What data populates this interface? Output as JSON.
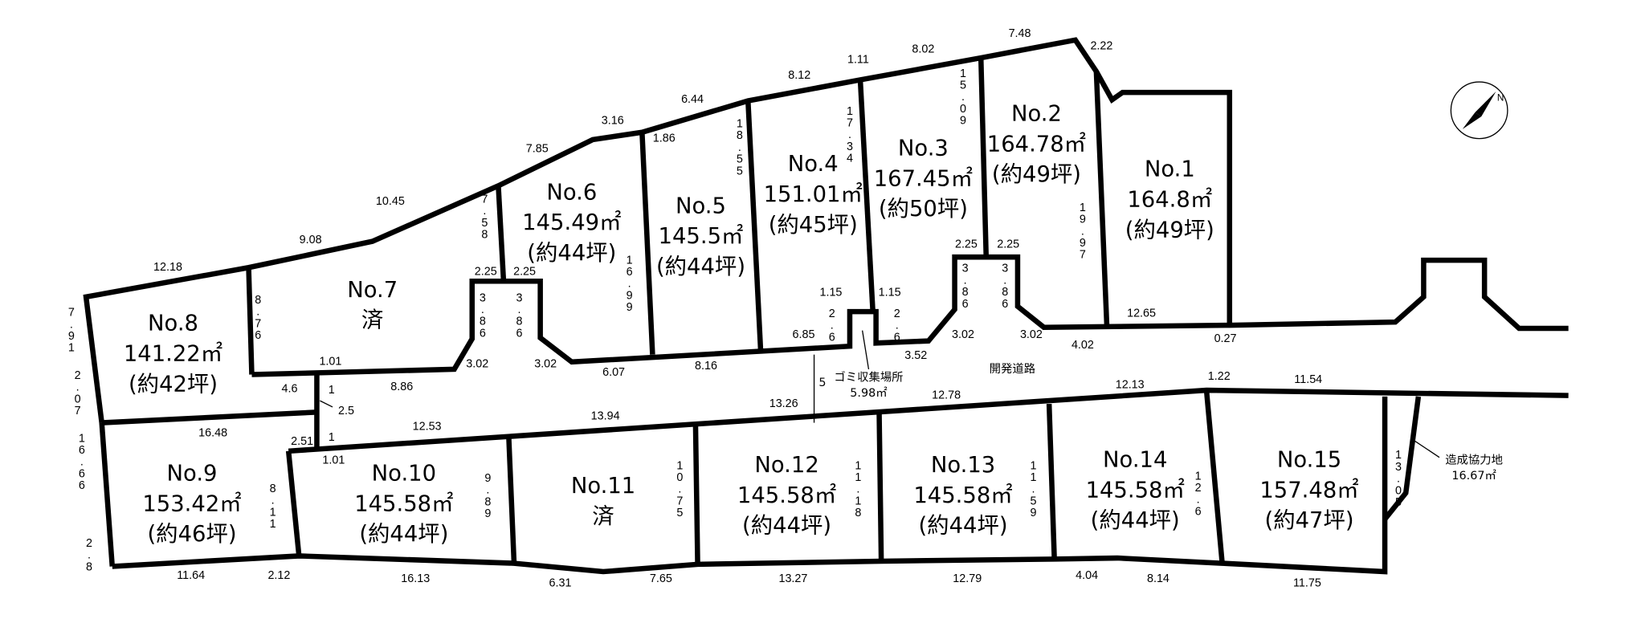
{
  "lots": [
    {
      "name": "No.1",
      "area": "164.8㎡",
      "tsubo": "(約49坪)"
    },
    {
      "name": "No.2",
      "area": "164.78㎡",
      "tsubo": "(約49坪)"
    },
    {
      "name": "No.3",
      "area": "167.45㎡",
      "tsubo": "(約50坪)"
    },
    {
      "name": "No.4",
      "area": "151.01㎡",
      "tsubo": "(約45坪)"
    },
    {
      "name": "No.5",
      "area": "145.5㎡",
      "tsubo": "(約44坪)"
    },
    {
      "name": "No.6",
      "area": "145.49㎡",
      "tsubo": "(約44坪)"
    },
    {
      "name": "No.7",
      "status": "済"
    },
    {
      "name": "No.8",
      "area": "141.22㎡",
      "tsubo": "(約42坪)"
    },
    {
      "name": "No.9",
      "area": "153.42㎡",
      "tsubo": "(約46坪)"
    },
    {
      "name": "No.10",
      "area": "145.58㎡",
      "tsubo": "(約44坪)"
    },
    {
      "name": "No.11",
      "status": "済"
    },
    {
      "name": "No.12",
      "area": "145.58㎡",
      "tsubo": "(約44坪)"
    },
    {
      "name": "No.13",
      "area": "145.58㎡",
      "tsubo": "(約44坪)"
    },
    {
      "name": "No.14",
      "area": "145.58㎡",
      "tsubo": "(約44坪)"
    },
    {
      "name": "No.15",
      "area": "157.48㎡",
      "tsubo": "(約47坪)"
    }
  ],
  "labels": {
    "garbage": "ゴミ収集場所",
    "garbage_area": "5.98㎡",
    "road": "開発道路",
    "road_width": "5",
    "cooperation_land": "造成協力地",
    "cooperation_area": "16.67㎡",
    "compass": "N"
  },
  "dims": [
    "12.18",
    "9.08",
    "10.45",
    "7.85",
    "3.16",
    "6.44",
    "8.12",
    "1.11",
    "8.02",
    "7.48",
    "2.22",
    "1.01",
    "8.86",
    "4.6",
    "1",
    "2.5",
    "1",
    "2.51",
    "1.01",
    "16.48",
    "12.53",
    "13.94",
    "13.26",
    "12.78",
    "12.13",
    "1.22",
    "11.54",
    "1.86",
    "6.07",
    "8.16",
    "6.85",
    "1.15",
    "1.15",
    "3.52",
    "3.02",
    "2.25",
    "2.25",
    "3.02",
    "4.02",
    "12.65",
    "0.27",
    "2.25",
    "2.25",
    "3.02",
    "3.02",
    "11.64",
    "2.12",
    "16.13",
    "6.31",
    "7.65",
    "13.27",
    "12.79",
    "4.04",
    "8.14",
    "11.75"
  ],
  "vdims": [
    "7.91",
    "2.07",
    "16.66",
    "2.8",
    "8.76",
    "7.58",
    "3.86",
    "3.86",
    "18.55",
    "17.34",
    "15.09",
    "19.97",
    "16.99",
    "2.6",
    "2.6",
    "3.86",
    "3.86",
    "8.11",
    "9.89",
    "10.75",
    "11.18",
    "11.59",
    "12.6",
    "13.05"
  ]
}
